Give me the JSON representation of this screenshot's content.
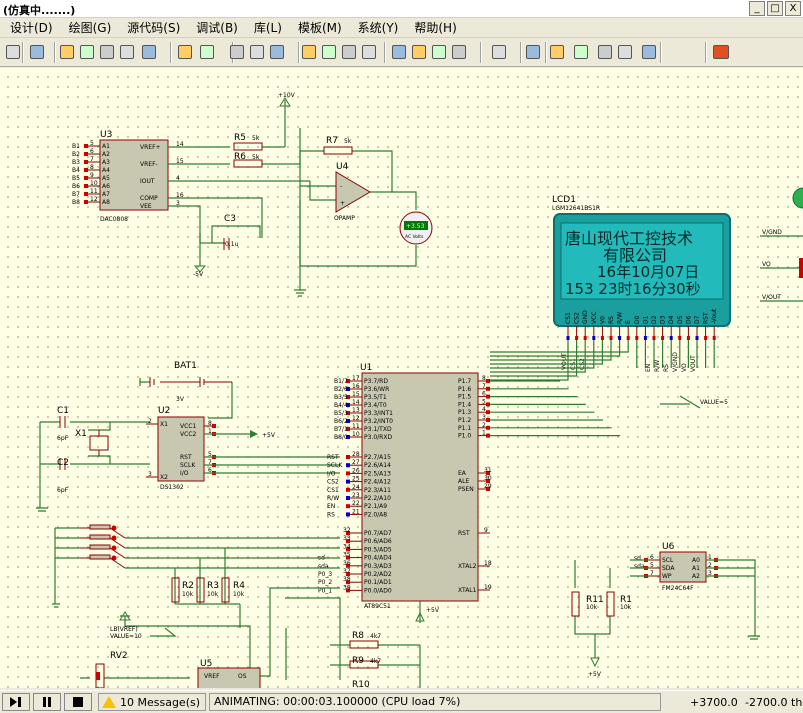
{
  "window": {
    "title": "(仿真中.......)",
    "btn_min": "_",
    "btn_max": "□",
    "btn_close": "X"
  },
  "menus": [
    "设计(D)",
    "绘图(G)",
    "源代码(S)",
    "调试(B)",
    "库(L)",
    "模板(M)",
    "系统(Y)",
    "帮助(H)"
  ],
  "schematic": {
    "power": {
      "p10v": "+10V",
      "p5v_u2": "+5V",
      "n5v": "-5V",
      "p5v_u1": "+5V",
      "p5v_r11": "+5V"
    },
    "u3": {
      "ref": "U3",
      "type": "DAC0808",
      "pins_left": [
        "A1",
        "A2",
        "A3",
        "A4",
        "A5",
        "A6",
        "A7",
        "A8"
      ],
      "pin_nums_left": [
        "5",
        "6",
        "7",
        "8",
        "9",
        "10",
        "11",
        "12"
      ],
      "pins_right": [
        "VREF+",
        "VREF-",
        "IOUT",
        "COMP",
        "VEE"
      ],
      "pin_nums_right": [
        "14",
        "15",
        "4",
        "16",
        "3"
      ],
      "nets_left": [
        "B1",
        "B2",
        "B3",
        "B4",
        "B5",
        "B6",
        "B7",
        "B8"
      ]
    },
    "r5": {
      "ref": "R5",
      "val": "5k"
    },
    "r6": {
      "ref": "R6",
      "val": "5k"
    },
    "r7": {
      "ref": "R7",
      "val": "5k"
    },
    "u4": {
      "ref": "U4",
      "type": "OPAMP"
    },
    "c3": {
      "ref": "C3",
      "val": "0.1u"
    },
    "voltmeter": {
      "reading": "+3.53",
      "unit": "AC Volts"
    },
    "lcd": {
      "ref": "LCD1",
      "type": "LGM12641BS1R",
      "line1": "唐山现代工控技术",
      "line2": "有限公司",
      "line3": "16年10月07日",
      "line4": "153  23时16分30秒",
      "pins": [
        "CS1",
        "CS2",
        "GND",
        "VCC",
        "V0",
        "RS",
        "R/W",
        "E",
        "D0",
        "D1",
        "D2",
        "D3",
        "D4",
        "D5",
        "D6",
        "D7",
        "RST",
        "-Vout"
      ],
      "nets_bottom_left": [
        "VOUT",
        "CS1",
        "CS2"
      ],
      "nets_bottom_right": [
        "EN",
        "R/W",
        "RS",
        "V/GND",
        "VO",
        "VOUT"
      ]
    },
    "right_nets": [
      "V/GND",
      "VO",
      "V/OUT"
    ],
    "bat": {
      "ref": "BAT1",
      "val": "3V"
    },
    "u2": {
      "ref": "U2",
      "type": "DS1302",
      "pins_left": [
        "X1",
        "X2"
      ],
      "pins_right": [
        "VCC1",
        "VCC2",
        "RST",
        "SCLK",
        "I/O"
      ],
      "pin_nums_right": [
        "8",
        "1",
        "5",
        "7",
        "6"
      ],
      "pin_nums_left": [
        "2",
        "3"
      ]
    },
    "c1": {
      "ref": "C1",
      "val": "6pF"
    },
    "c2": {
      "ref": "C2",
      "val": "6pF"
    },
    "x1": {
      "ref": "X1"
    },
    "u1": {
      "ref": "U1",
      "type": "AT89C51",
      "p3": [
        "P3.7/RD",
        "P3.6/WR",
        "P3.5/T1",
        "P3.4/T0",
        "P3.3/INT1",
        "P3.2/INT0",
        "P3.1/TXD",
        "P3.0/RXD"
      ],
      "p3_nets": [
        "B1/7",
        "B2/6",
        "B3/5",
        "B4/4",
        "B5/3",
        "B6/2",
        "B7/1",
        "B8/0"
      ],
      "p2": [
        "P2.7/A15",
        "P2.6/A14",
        "P2.5/A13",
        "P2.4/A12",
        "P2.3/A11",
        "P2.2/A10",
        "P2.1/A9",
        "P2.0/A8"
      ],
      "p2_nets": [
        "RST",
        "SCLK",
        "I/O",
        "CS2",
        "CS1",
        "R/W",
        "EN",
        "RS"
      ],
      "p0": [
        "P0.7/AD7",
        "P0.6/AD6",
        "P0.5/AD5",
        "P0.4/AD4",
        "P0.3/AD3",
        "P0.2/AD2",
        "P0.1/AD1",
        "P0.0/AD0"
      ],
      "p0_nums": [
        "32",
        "33",
        "34",
        "35",
        "36",
        "37",
        "38",
        "39"
      ],
      "p0_nets": [
        "",
        "",
        "",
        "sd",
        "sda",
        "P0_3",
        "P0_2",
        "P0_1"
      ],
      "p1": [
        "P1.7",
        "P1.6",
        "P1.5",
        "P1.4",
        "P1.3",
        "P1.2",
        "P1.1",
        "P1.0"
      ],
      "p1_nums": [
        "8",
        "7",
        "6",
        "5",
        "4",
        "3",
        "2",
        "1"
      ],
      "right": [
        "EA",
        "ALE",
        "PSEN",
        "RST",
        "XTAL2",
        "XTAL1"
      ],
      "right_nums": [
        "31",
        "30",
        "29",
        "9",
        "18",
        "19"
      ],
      "p3_nums": [
        "17",
        "16",
        "15",
        "14",
        "13",
        "12",
        "11",
        "10"
      ],
      "p2_nums": [
        "28",
        "27",
        "26",
        "25",
        "24",
        "23",
        "22",
        "21"
      ]
    },
    "r2": {
      "ref": "R2",
      "val": "10k"
    },
    "r3": {
      "ref": "R3",
      "val": "10k"
    },
    "r4": {
      "ref": "R4",
      "val": "10k"
    },
    "r8": {
      "ref": "R8",
      "val": "4k7"
    },
    "r9": {
      "ref": "R9",
      "val": "4k7"
    },
    "r10": {
      "ref": "R10"
    },
    "rv2": {
      "ref": "RV2"
    },
    "u5": {
      "ref": "U5",
      "pins": [
        "VREF",
        "OS"
      ]
    },
    "u6": {
      "ref": "U6",
      "type": "FM24C64F",
      "pins_left": [
        "SCL",
        "SDA",
        "WP"
      ],
      "pins_right": [
        "A0",
        "A1",
        "A2"
      ],
      "nets_left": [
        "sd",
        "sda"
      ],
      "nums_left": [
        "6",
        "5",
        "7"
      ],
      "nums_right": [
        "1",
        "2",
        "3"
      ]
    },
    "r11": {
      "ref": "R11",
      "val": "10k"
    },
    "r1": {
      "ref": "R1",
      "val": "10k"
    },
    "value_labels": {
      "v1": "VALUE=5",
      "v2": "VALUE=10",
      "v3": "LB(VREF)"
    }
  },
  "status": {
    "messages": "10 Message(s)",
    "animating": "ANIMATING: 00:00:03.100000 (CPU load 7%)",
    "x": "+3700.0",
    "y": "-2700.0",
    "unit": "th"
  },
  "colors": {
    "wire": "#2E7D32",
    "component": "#8B0000",
    "body": "#C0C0A8",
    "lcd_bg": "#20B0B0",
    "lcd_frame": "#0C6E6E",
    "pin_red": "#CC0000",
    "pin_blue": "#0000CC"
  }
}
